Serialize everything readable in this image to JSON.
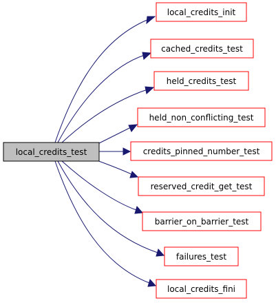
{
  "graph": {
    "root": {
      "label": "local_credits_test"
    },
    "callees": [
      {
        "label": "local_credits_init"
      },
      {
        "label": "cached_credits_test"
      },
      {
        "label": "held_credits_test"
      },
      {
        "label": "held_non_conflicting_test"
      },
      {
        "label": "credits_pinned_number_test"
      },
      {
        "label": "reserved_credit_get_test"
      },
      {
        "label": "barrier_on_barrier_test"
      },
      {
        "label": "failures_test"
      },
      {
        "label": "local_credits_fini"
      }
    ]
  },
  "colors": {
    "edge": "#191970",
    "callee_border": "#ff0000",
    "root_fill": "#bfbfbf",
    "root_border": "#000000"
  }
}
